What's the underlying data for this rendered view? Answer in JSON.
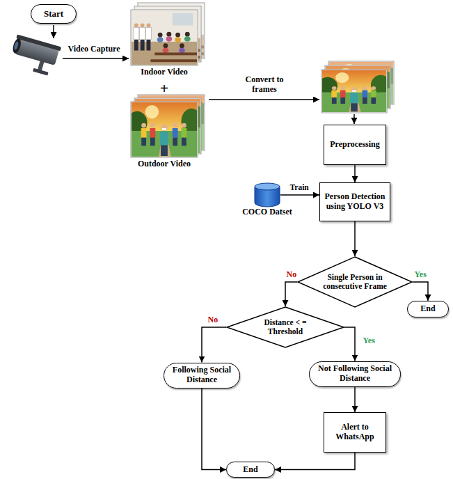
{
  "diagram": {
    "nodes": [
      {
        "text": [
          "Start"
        ]
      },
      {
        "text": [
          "Preprocessing"
        ]
      },
      {
        "text": [
          "COCO Datset"
        ]
      },
      {
        "text": [
          "Person Detection using YOLO V3"
        ]
      },
      {
        "text": [
          "Single Person in consecutive Frame"
        ]
      },
      {
        "text": [
          "End"
        ]
      },
      {
        "text": [
          "Distance < = Threshold"
        ]
      },
      {
        "text": [
          "Following Social Distance"
        ]
      },
      {
        "text": [
          "Not Following Social Distance"
        ]
      },
      {
        "text": [
          "Alert to WhatsApp"
        ]
      },
      {
        "text": [
          "End"
        ]
      }
    ],
    "edges": [
      {
        "from": 1,
        "to": 3,
        "arrow": "to"
      },
      {
        "from": 2,
        "to": 3,
        "label": "Train",
        "arrow": "to"
      },
      {
        "from": 3,
        "to": 4,
        "arrow": "to"
      },
      {
        "from": 4,
        "to": 5,
        "label": "Yes",
        "arrow": "to"
      },
      {
        "from": 4,
        "to": 6,
        "label": "No",
        "arrow": "to"
      },
      {
        "from": 6,
        "to": 7,
        "label": "No",
        "arrow": "to"
      },
      {
        "from": 6,
        "to": 8,
        "label": "Yes",
        "arrow": "to"
      },
      {
        "from": 8,
        "to": 9,
        "arrow": "to"
      },
      {
        "from": 9,
        "to": 10,
        "arrow": "to"
      },
      {
        "from": 7,
        "to": 10,
        "arrow": "to"
      }
    ],
    "labels": [
      "Video Capture",
      "Indoor Video",
      "+",
      "Outdoor Video",
      "Convert to frames"
    ]
  }
}
